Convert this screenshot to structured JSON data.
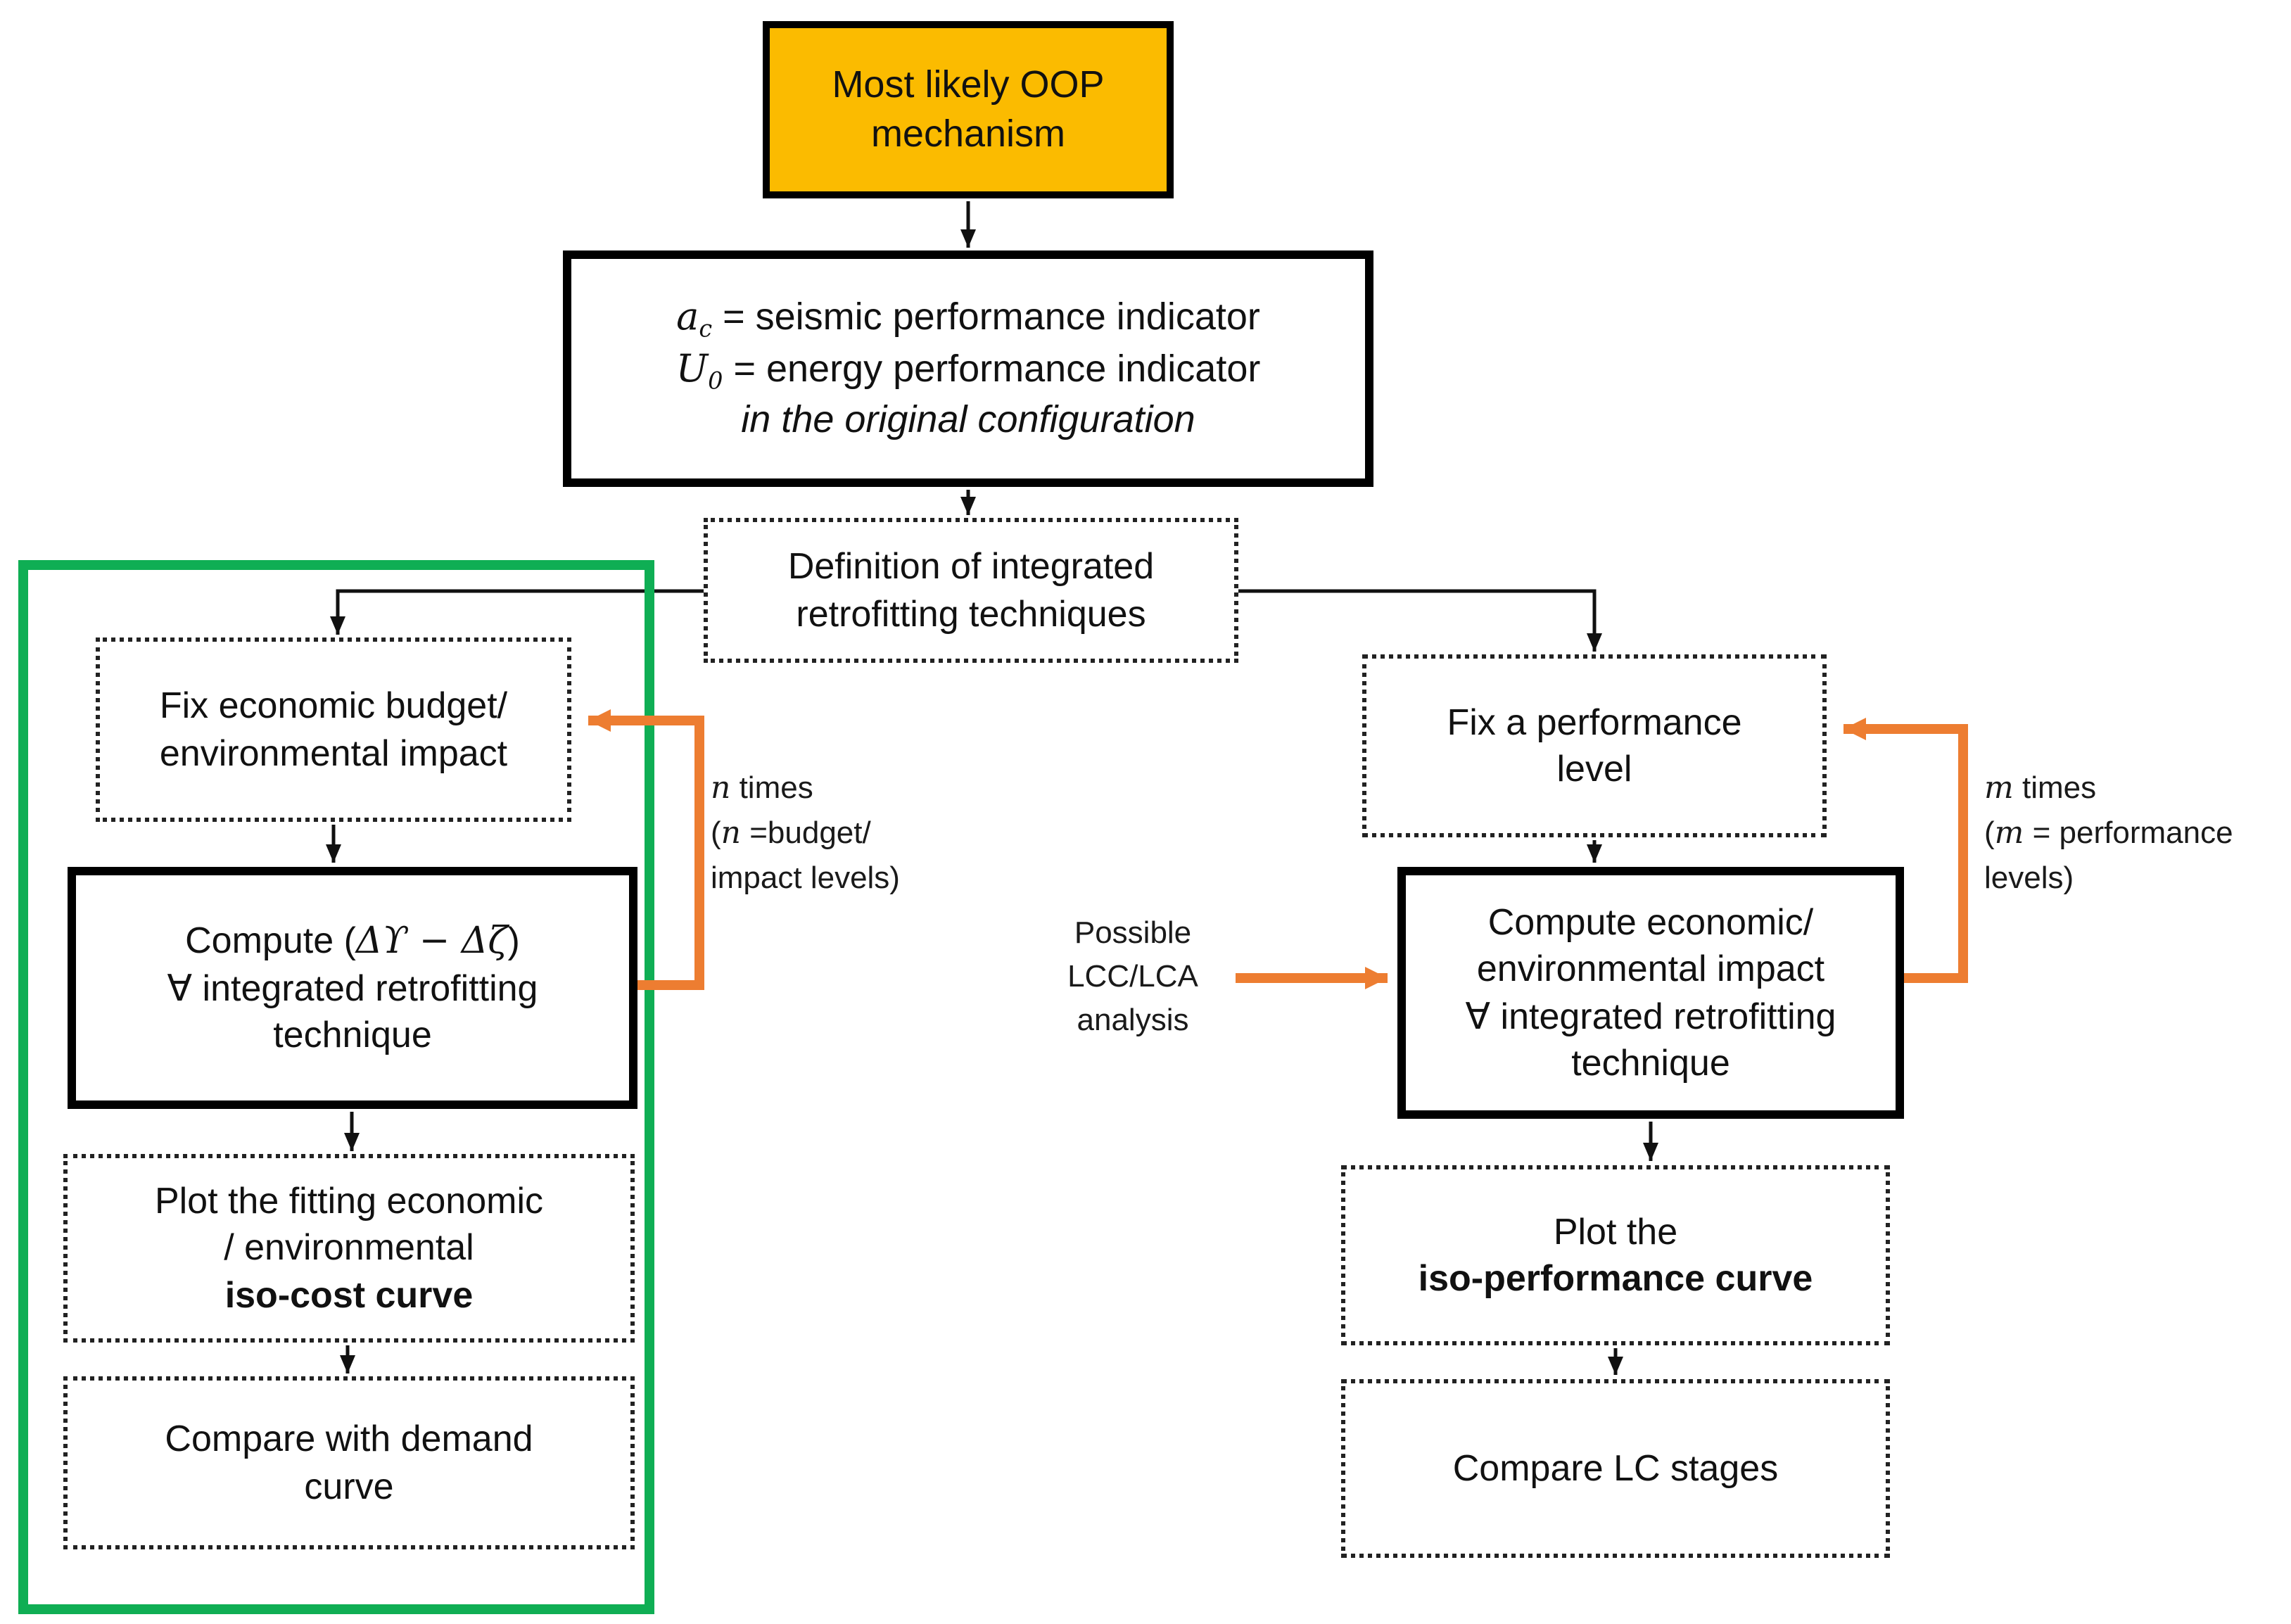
{
  "colors": {
    "gold_fill": "#FBBB00",
    "orange_accent": "#ED7D31",
    "green_highlight": "#0FAE54"
  },
  "nodes": {
    "oop_mechanism": {
      "lines": [
        [
          {
            "t": "Most likely OOP"
          }
        ],
        [
          {
            "t": "mechanism"
          }
        ]
      ]
    },
    "indicators": {
      "lines": [
        [
          {
            "t": "a",
            "c": "math"
          },
          {
            "t": "c",
            "c": "math sub"
          },
          {
            "t": " = seismic performance indicator"
          }
        ],
        [
          {
            "t": "U",
            "c": "math"
          },
          {
            "t": "0",
            "c": "math sub"
          },
          {
            "t": " = energy performance indicator"
          }
        ],
        [
          {
            "t": "in the original configuration",
            "c": "it"
          }
        ]
      ]
    },
    "definition": {
      "lines": [
        [
          {
            "t": "Definition of integrated"
          }
        ],
        [
          {
            "t": "retrofitting techniques"
          }
        ]
      ]
    },
    "fix_budget": {
      "lines": [
        [
          {
            "t": "Fix economic budget/"
          }
        ],
        [
          {
            "t": "environmental impact"
          }
        ]
      ]
    },
    "compute_delta": {
      "lines": [
        [
          {
            "t": "Compute ("
          },
          {
            "t": "Δϒ − Δζ",
            "c": "math"
          },
          {
            "t": ")"
          }
        ],
        [
          {
            "t": "∀ integrated retrofitting"
          }
        ],
        [
          {
            "t": "technique"
          }
        ]
      ]
    },
    "plot_isocost": {
      "lines": [
        [
          {
            "t": "Plot the fitting economic"
          }
        ],
        [
          {
            "t": "/ environmental"
          }
        ],
        [
          {
            "t": "iso-cost curve",
            "c": "b"
          }
        ]
      ]
    },
    "compare_demand": {
      "lines": [
        [
          {
            "t": "Compare with demand"
          }
        ],
        [
          {
            "t": "curve"
          }
        ]
      ]
    },
    "fix_performance": {
      "lines": [
        [
          {
            "t": "Fix a performance"
          }
        ],
        [
          {
            "t": "level"
          }
        ]
      ]
    },
    "compute_impact": {
      "lines": [
        [
          {
            "t": "Compute economic/"
          }
        ],
        [
          {
            "t": "environmental impact"
          }
        ],
        [
          {
            "t": "∀ integrated retrofitting"
          }
        ],
        [
          {
            "t": "technique"
          }
        ]
      ]
    },
    "plot_isoperformance": {
      "lines": [
        [
          {
            "t": "Plot the"
          }
        ],
        [
          {
            "t": "iso-performance curve",
            "c": "b"
          }
        ]
      ]
    },
    "compare_lc": {
      "lines": [
        [
          {
            "t": "Compare LC stages"
          }
        ]
      ]
    }
  },
  "labels": {
    "n_times": {
      "lines": [
        [
          {
            "t": "n",
            "c": "math"
          },
          {
            "t": " times"
          }
        ],
        [
          {
            "t": "("
          },
          {
            "t": "n",
            "c": "math"
          },
          {
            "t": " =budget/"
          }
        ],
        [
          {
            "t": "impact levels)"
          }
        ]
      ]
    },
    "m_times": {
      "lines": [
        [
          {
            "t": "m",
            "c": "math"
          },
          {
            "t": " times"
          }
        ],
        [
          {
            "t": "("
          },
          {
            "t": "m",
            "c": "math"
          },
          {
            "t": " = performance"
          }
        ],
        [
          {
            "t": "levels)"
          }
        ]
      ]
    },
    "lcc": {
      "lines": [
        [
          {
            "t": "Possible"
          }
        ],
        [
          {
            "t": "LCC/LCA"
          }
        ],
        [
          {
            "t": "analysis"
          }
        ]
      ]
    }
  }
}
